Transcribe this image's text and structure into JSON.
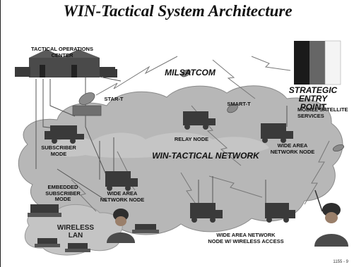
{
  "title": "WIN-Tactical System Architecture",
  "labels": {
    "toc": "TACTICAL OPERATIONS\nCENTER",
    "milsatcom": "MILSATCOM",
    "start": "STAR-T",
    "smartt": "SMART-T",
    "strategic": "STRATEGIC ENTRY\nPOINT",
    "mobile_sat": "MOBILE SATELLITE\nSERVICES",
    "relay": "RELAY NODE",
    "win_network": "WIN-TACTICAL NETWORK",
    "wan_node_right": "WIDE AREA\nNETWORK NODE",
    "subscriber": "SUBSCRIBER\nMODE",
    "embedded": "EMBEDDED\nSUBSCRIBER\nMODE",
    "wan_node_left": "WIDE AREA\nNETWORK NODE",
    "wireless_lan": "WIRELESS\nLAN",
    "wan_wireless": "WIDE AREA NETWORK\nNODE W/ WIRELESS ACCESS"
  },
  "figure_number": "1155 - 9",
  "colors": {
    "cloud": "#b9b9b9",
    "cloud_light": "#d4d4d4",
    "vehicle": "#3a3a3a",
    "antenna": "#555555"
  }
}
